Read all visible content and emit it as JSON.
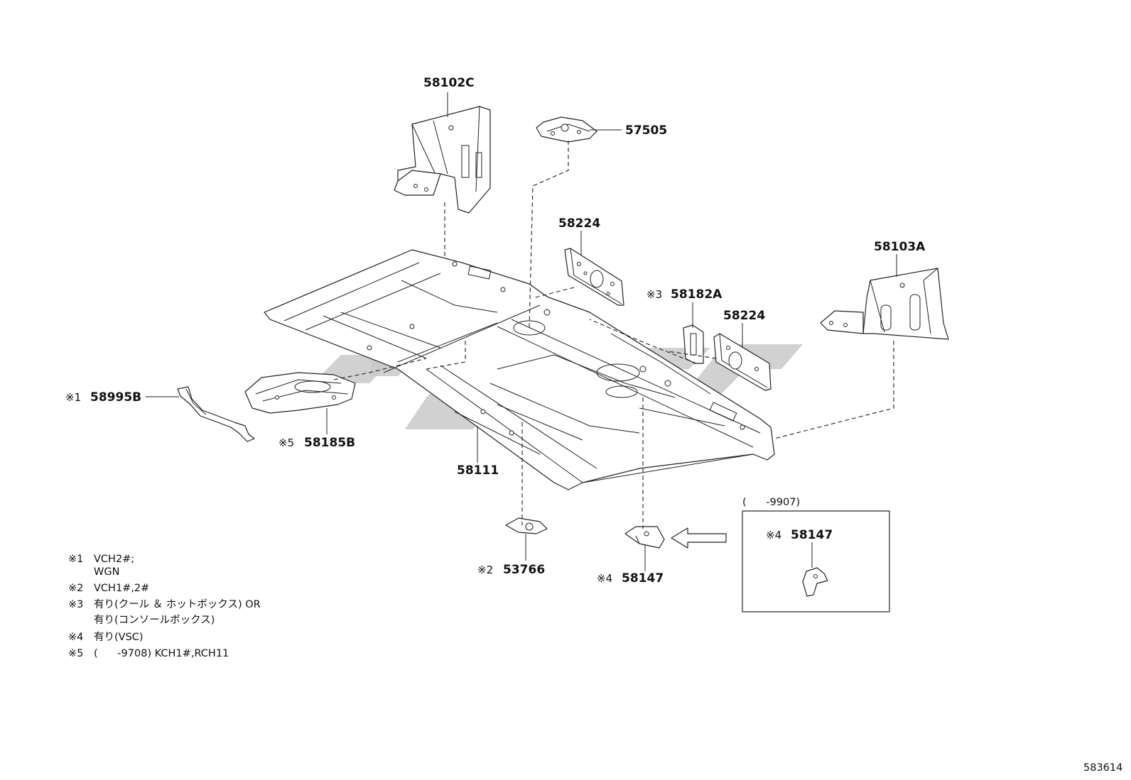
{
  "labels": {
    "p58102C": "58102C",
    "p57505": "57505",
    "p58224_top": "58224",
    "p58103A": "58103A",
    "p58182A": "58182A",
    "p58182A_prefix": "※3",
    "p58224_right": "58224",
    "p58995B": "58995B",
    "p58995B_prefix": "※1",
    "p58185B": "58185B",
    "p58185B_prefix": "※5",
    "p58111": "58111",
    "p53766": "53766",
    "p53766_prefix": "※2",
    "p58147": "58147",
    "p58147_prefix": "※4",
    "inset_range": "(      -9907)",
    "inset_part": "58147",
    "inset_prefix": "※4"
  },
  "notes": [
    {
      "mark": "※1",
      "lines": [
        "VCH2#;",
        "WGN"
      ]
    },
    {
      "mark": "※2",
      "lines": [
        "VCH1#,2#"
      ]
    },
    {
      "mark": "※3",
      "lines": [
        "有り(クール ＆ ホットボックス) OR",
        "有り(コンソールボックス)"
      ]
    },
    {
      "mark": "※4",
      "lines": [
        "有り(VSC)"
      ]
    },
    {
      "mark": "※5",
      "lines": [
        "(      -9708) KCH1#,RCH11"
      ]
    }
  ],
  "diagram_id": "583614"
}
